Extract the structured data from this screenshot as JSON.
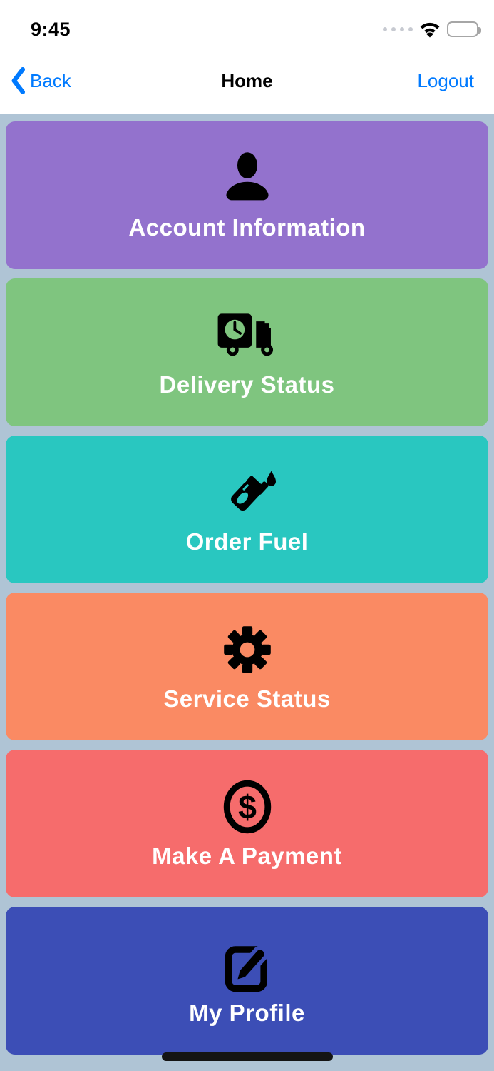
{
  "status_bar": {
    "time": "9:45",
    "icons": [
      "cellular-signal-dots",
      "wifi-icon",
      "battery-icon"
    ]
  },
  "nav_bar": {
    "back_label": "Back",
    "title": "Home",
    "logout_label": "Logout",
    "link_color": "#007AFF"
  },
  "cards": [
    {
      "label": "Account Information",
      "color": "#9372CD",
      "icon": "user-icon"
    },
    {
      "label": "Delivery Status",
      "color": "#7FC57F",
      "icon": "truck-clock-icon"
    },
    {
      "label": "Order Fuel",
      "color": "#29C7C0",
      "icon": "fuel-nozzle-icon"
    },
    {
      "label": "Service Status",
      "color": "#FA8A63",
      "icon": "gear-icon"
    },
    {
      "label": "Make A Payment",
      "color": "#F66C6C",
      "icon": "dollar-circle-icon"
    },
    {
      "label": "My Profile",
      "color": "#3C4EB6",
      "icon": "edit-square-icon"
    }
  ],
  "colors": {
    "page_background": "#AFC4D5",
    "bar_background": "#FFFFFF",
    "card_text": "#FFFFFF",
    "icon": "#000000",
    "home_indicator": "#141414"
  }
}
